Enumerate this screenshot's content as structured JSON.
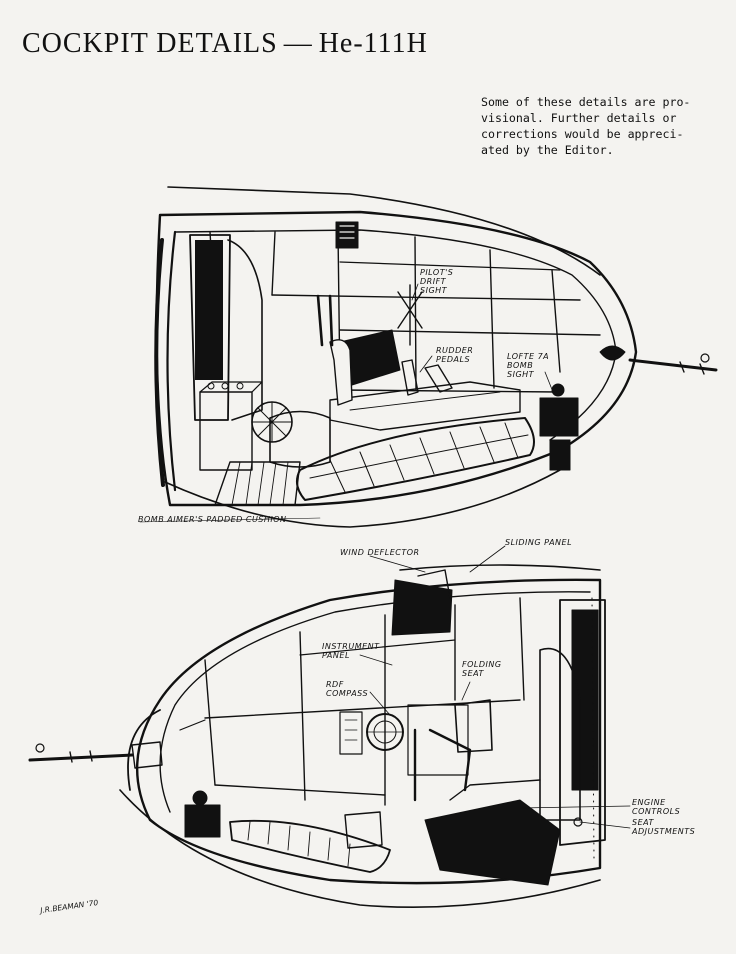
{
  "header": {
    "title_left": "COCKPIT DETAILS",
    "title_sep": "—",
    "title_right": "He-111H"
  },
  "note": "Some of these details are pro-\nvisional. Further details or\ncorrections would be appreci-\nated by the Editor.",
  "labels": {
    "drift_sight": "PILOT'S\nDRIFT\nSIGHT",
    "rudder_pedals": "RUDDER\nPEDALS",
    "lofte_sight": "LOFTE 7A\nBOMB\nSIGHT",
    "cushion": "BOMB AIMER'S PADDED CUSHION",
    "wind_deflector": "WIND DEFLECTOR",
    "sliding_panel": "SLIDING PANEL",
    "instrument_panel": "INSTRUMENT\nPANEL",
    "folding_seat": "FOLDING\nSEAT",
    "rdf_compass": "RDF\nCOMPASS",
    "engine_controls": "ENGINE\nCONTROLS",
    "seat_adjustments": "SEAT\nADJUSTMENTS"
  },
  "signature": "J.R.BEAMAN '70",
  "colors": {
    "ink": "#111111",
    "paper": "#f4f3f0"
  }
}
